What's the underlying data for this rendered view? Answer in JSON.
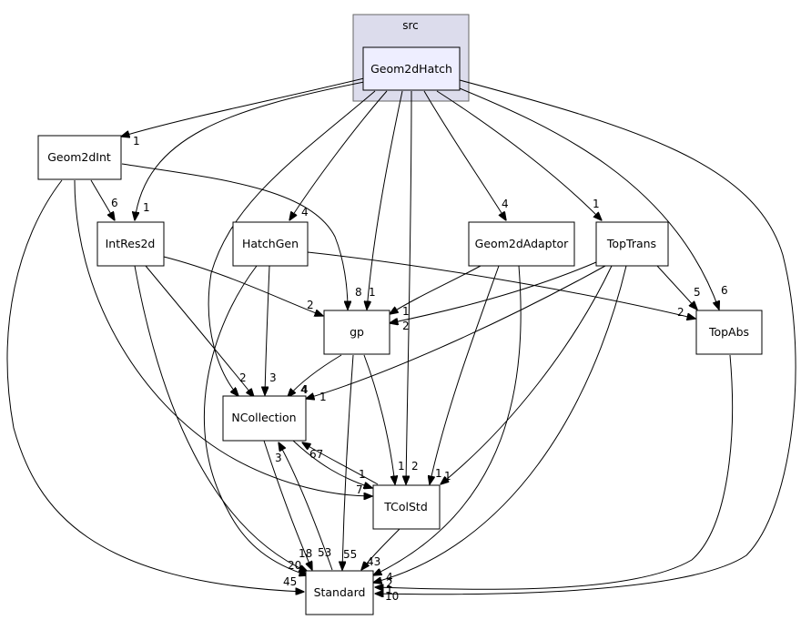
{
  "cluster": {
    "label": "src"
  },
  "nodes": {
    "geom2dhatch": "Geom2dHatch",
    "geom2dint": "Geom2dInt",
    "intres2d": "IntRes2d",
    "hatchgen": "HatchGen",
    "geom2dadaptor": "Geom2dAdaptor",
    "toptrans": "TopTrans",
    "gp": "gp",
    "topabs": "TopAbs",
    "ncollection": "NCollection",
    "tcolstd": "TColStd",
    "standard": "Standard"
  },
  "edges": [
    {
      "from": "Geom2dHatch",
      "to": "Geom2dInt",
      "count": "1"
    },
    {
      "from": "Geom2dHatch",
      "to": "IntRes2d",
      "count": "1"
    },
    {
      "from": "Geom2dHatch",
      "to": "HatchGen",
      "count": "4"
    },
    {
      "from": "Geom2dHatch",
      "to": "NCollection",
      "count": "4"
    },
    {
      "from": "Geom2dHatch",
      "to": "gp",
      "count": "1"
    },
    {
      "from": "Geom2dHatch",
      "to": "TColStd",
      "count": "2"
    },
    {
      "from": "Geom2dHatch",
      "to": "Geom2dAdaptor",
      "count": "4"
    },
    {
      "from": "Geom2dHatch",
      "to": "TopTrans",
      "count": "1"
    },
    {
      "from": "Geom2dHatch",
      "to": "TopAbs",
      "count": "6"
    },
    {
      "from": "Geom2dHatch",
      "to": "Standard",
      "count": "10"
    },
    {
      "from": "Geom2dInt",
      "to": "IntRes2d",
      "count": "6"
    },
    {
      "from": "Geom2dInt",
      "to": "gp",
      "count": "8"
    },
    {
      "from": "Geom2dInt",
      "to": "TColStd",
      "count": "7"
    },
    {
      "from": "Geom2dInt",
      "to": "Standard",
      "count": "45"
    },
    {
      "from": "IntRes2d",
      "to": "gp",
      "count": "2"
    },
    {
      "from": "IntRes2d",
      "to": "NCollection",
      "count": "2"
    },
    {
      "from": "IntRes2d",
      "to": "Standard",
      "count": "20"
    },
    {
      "from": "HatchGen",
      "to": "NCollection",
      "count": "3"
    },
    {
      "from": "HatchGen",
      "to": "TopAbs",
      "count": "2"
    },
    {
      "from": "HatchGen",
      "to": "Standard",
      "count": "18"
    },
    {
      "from": "Geom2dAdaptor",
      "to": "gp",
      "count": "1"
    },
    {
      "from": "Geom2dAdaptor",
      "to": "TColStd",
      "count": "1"
    },
    {
      "from": "Geom2dAdaptor",
      "to": "Standard",
      "count": "4"
    },
    {
      "from": "TopTrans",
      "to": "gp",
      "count": "2"
    },
    {
      "from": "TopTrans",
      "to": "TopAbs",
      "count": "5"
    },
    {
      "from": "TopTrans",
      "to": "NCollection",
      "count": "1"
    },
    {
      "from": "TopTrans",
      "to": "TColStd",
      "count": "1"
    },
    {
      "from": "TopTrans",
      "to": "Standard",
      "count": "2"
    },
    {
      "from": "gp",
      "to": "NCollection",
      "count": "4"
    },
    {
      "from": "gp",
      "to": "TColStd",
      "count": "1"
    },
    {
      "from": "gp",
      "to": "Standard",
      "count": "55"
    },
    {
      "from": "NCollection",
      "to": "TColStd",
      "count": "1"
    },
    {
      "from": "NCollection",
      "to": "Standard",
      "count": "53"
    },
    {
      "from": "TColStd",
      "to": "NCollection",
      "count": "67"
    },
    {
      "from": "TColStd",
      "to": "Standard",
      "count": "43"
    },
    {
      "from": "Standard",
      "to": "NCollection",
      "count": "3"
    },
    {
      "from": "TopAbs",
      "to": "Standard",
      "count": "1"
    }
  ]
}
